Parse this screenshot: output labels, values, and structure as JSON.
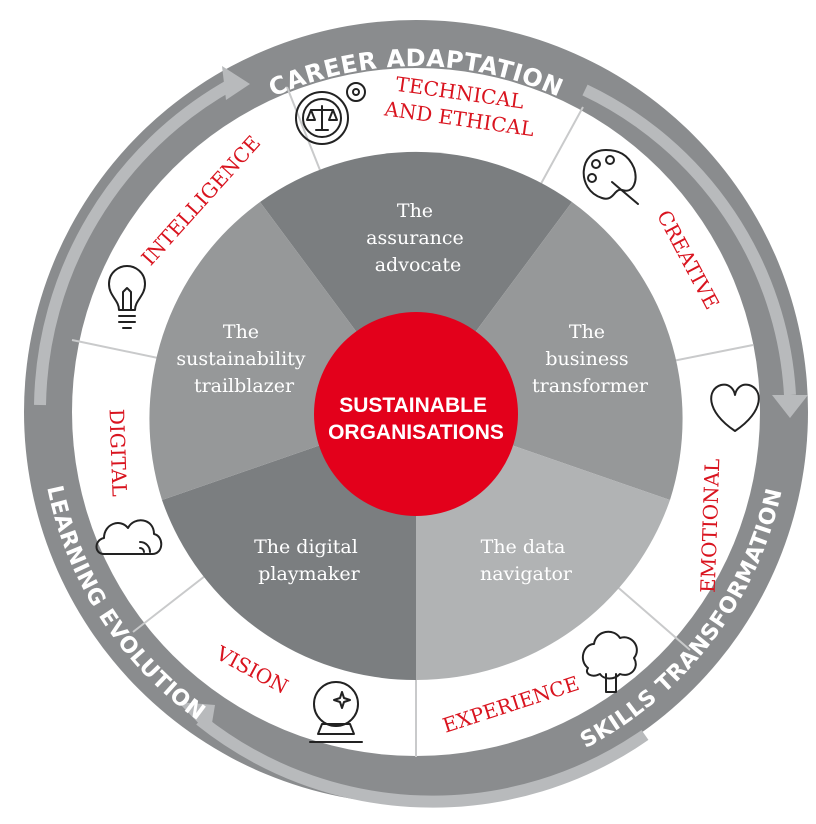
{
  "diagram": {
    "center": {
      "line1": "SUSTAINABLE",
      "line2": "ORGANISATIONS"
    },
    "outer_ring": [
      {
        "label": "CAREER ADAPTATION"
      },
      {
        "label": "SKILLS TRANSFORMATION"
      },
      {
        "label": "LEARNING EVOLUTION"
      }
    ],
    "skills": [
      {
        "label_lines": [
          "TECHNICAL",
          "AND ETHICAL"
        ],
        "icon": "scales-gear-icon"
      },
      {
        "label": "CREATIVE",
        "icon": "palette-icon"
      },
      {
        "label": "EMOTIONAL",
        "icon": "heart-icon"
      },
      {
        "label": "EXPERIENCE",
        "icon": "tree-icon"
      },
      {
        "label": "VISION",
        "icon": "crystal-ball-icon"
      },
      {
        "label": "DIGITAL",
        "icon": "cloud-icon"
      },
      {
        "label": "INTELLIGENCE",
        "icon": "lightbulb-icon"
      }
    ],
    "personas": [
      {
        "lines": [
          "The",
          "assurance",
          "advocate"
        ]
      },
      {
        "lines": [
          "The",
          "business",
          "transformer"
        ]
      },
      {
        "lines": [
          "The data",
          "navigator"
        ]
      },
      {
        "lines": [
          "The digital",
          "playmaker"
        ]
      },
      {
        "lines": [
          "The",
          "sustainability",
          "trailblazer"
        ]
      }
    ],
    "colors": {
      "ring": "#8a8c8e",
      "ring_arrows": "#b8babc",
      "accent_red": "#d9141f",
      "center_red": "#e3001b",
      "segment_dark": "#7b7e80",
      "segment_mid": "#969899",
      "segment_light": "#b1b3b4"
    }
  }
}
